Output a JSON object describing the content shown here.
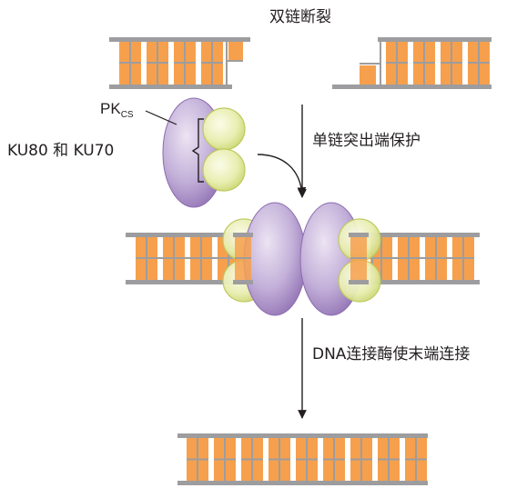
{
  "title": "双链断裂",
  "labels": {
    "pk_main": "PK",
    "pk_sub": "CS",
    "ku": "KU80 和 KU70",
    "step1": "单链突出端保护",
    "step2": "DNA连接酶使末端连接"
  },
  "colors": {
    "backbone": "#9d9d9f",
    "base_fill": "#f6a04d",
    "base_edge": "#ffffff",
    "pk_purple_dark": "#9a7bbb",
    "pk_purple_light": "#e6dcef",
    "ku_green_dark": "#c6d36b",
    "ku_green_light": "#f3f5d3",
    "arrow": "#231f20"
  }
}
